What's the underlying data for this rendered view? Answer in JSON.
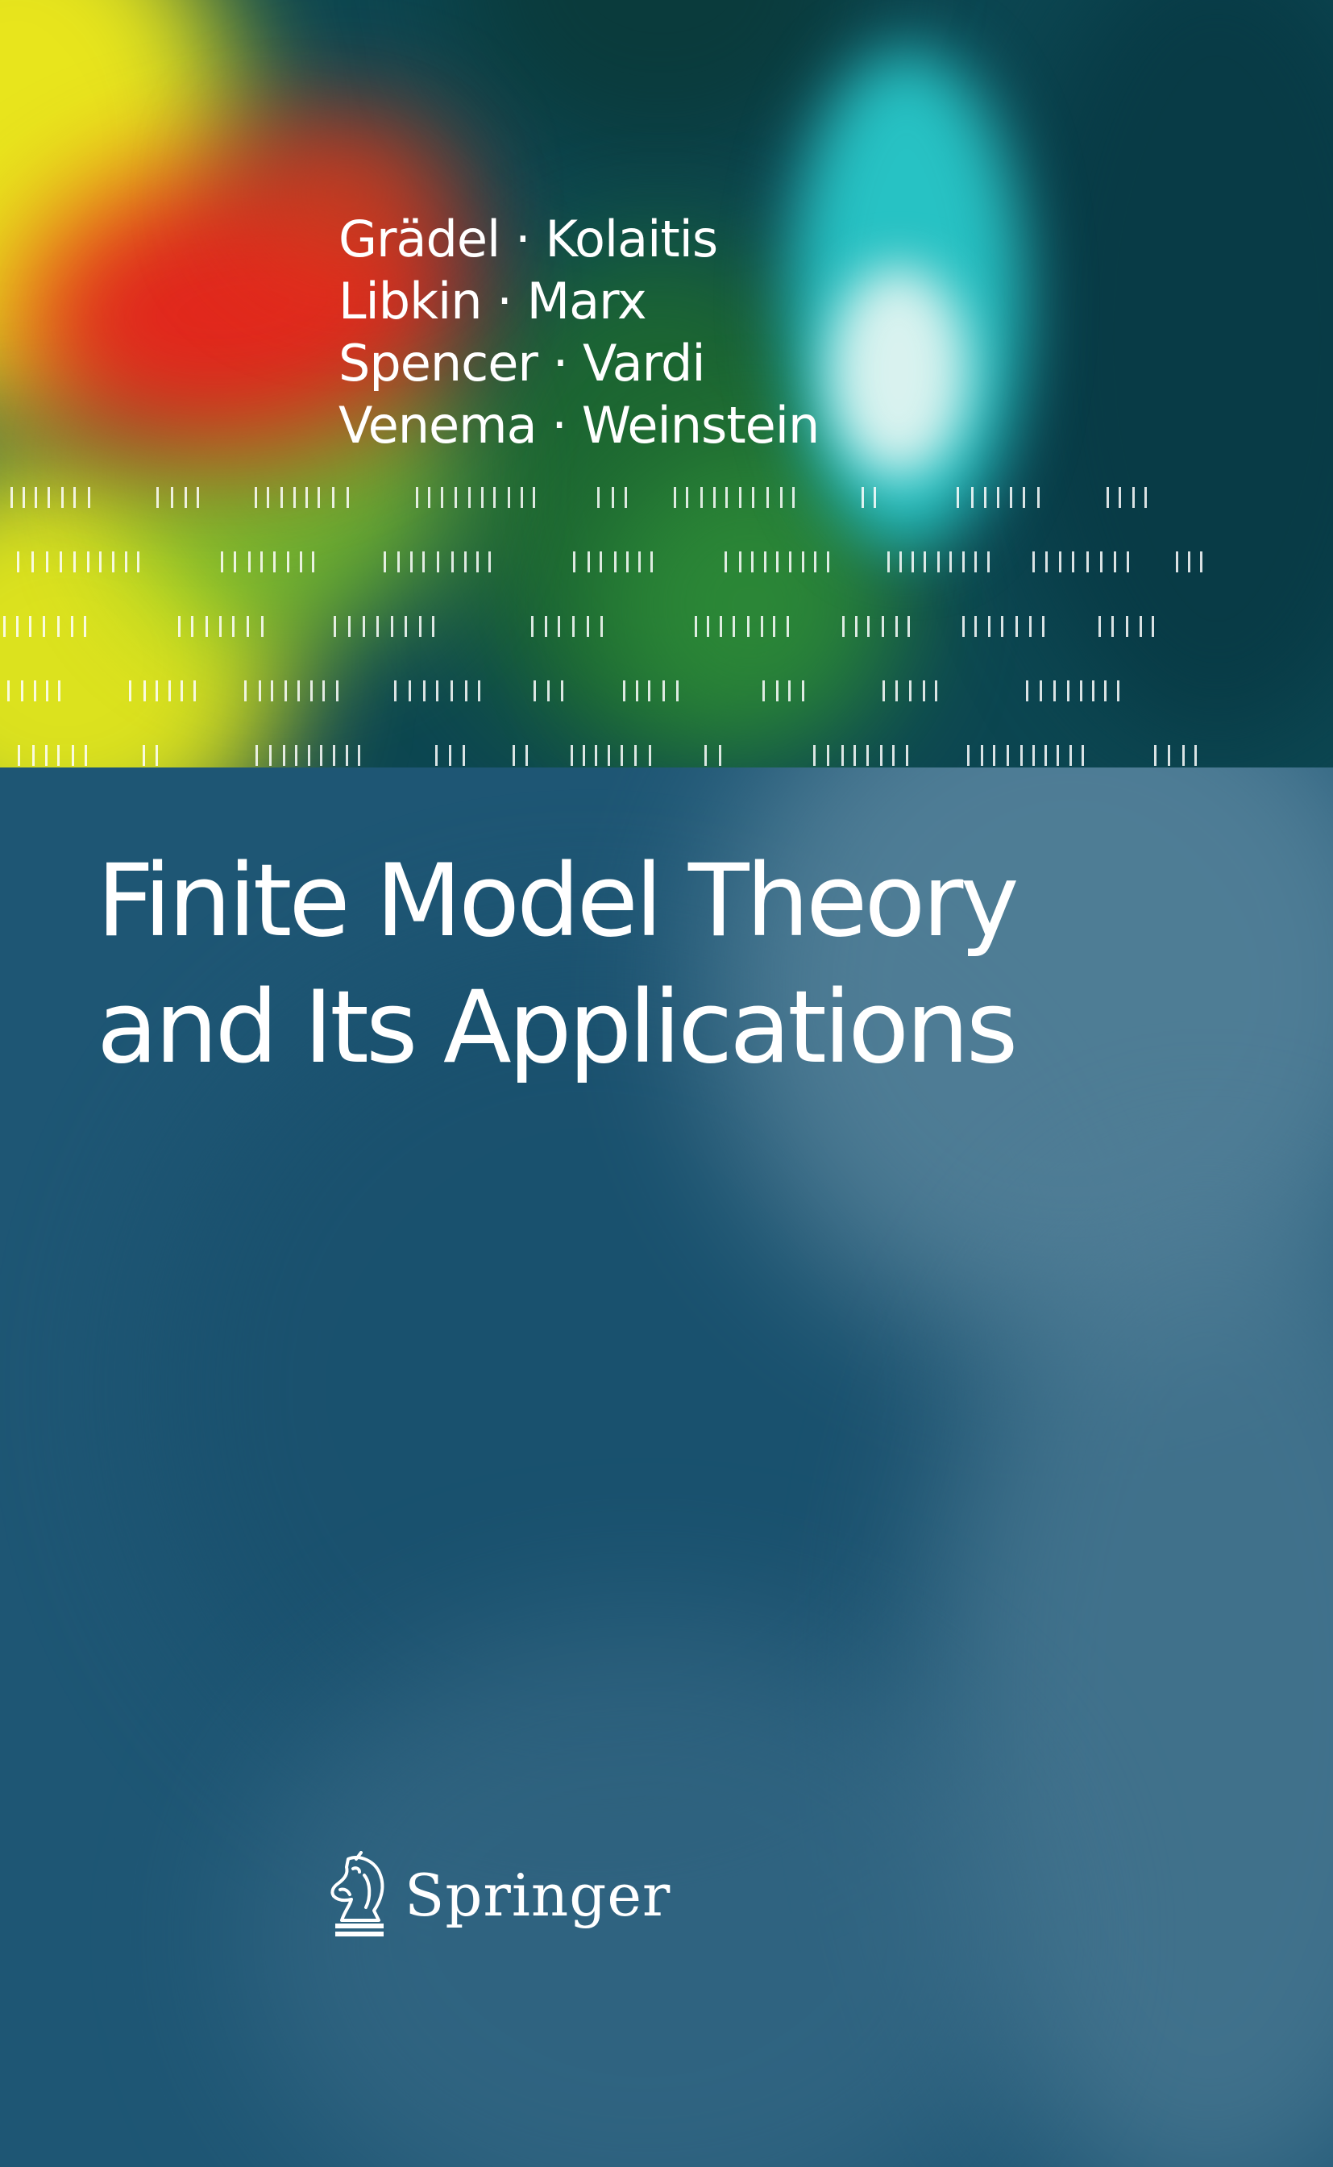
{
  "authors": [
    "Grädel · Kolaitis",
    "Libkin · Marx",
    "Spencer · Vardi",
    "Venema · Weinstein"
  ],
  "title": {
    "line1": "Finite Model Theory",
    "line2": "and Its Applications"
  },
  "publisher": {
    "name": "Springer",
    "logo_icon": "knight-chess-piece-icon"
  },
  "colors": {
    "lower_background": "#1e5674",
    "text": "#ffffff",
    "accent_red": "#e2271c",
    "accent_yellow": "#e8e51c",
    "accent_teal": "#27c2c4"
  }
}
